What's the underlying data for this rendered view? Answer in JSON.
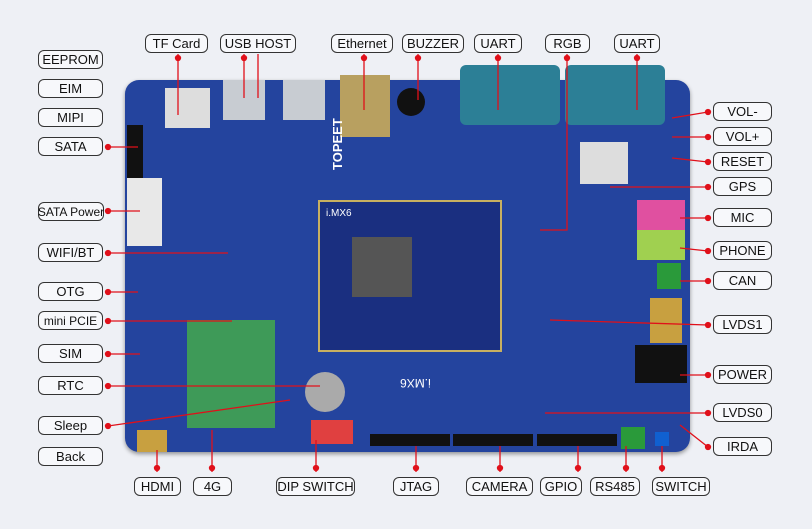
{
  "board": {
    "brand": "TOPEET",
    "soc": "i.MX6",
    "module_soc": "i.MX6"
  },
  "labels": {
    "top": [
      "TF Card",
      "USB HOST",
      "Ethernet",
      "BUZZER",
      "UART",
      "RGB",
      "UART"
    ],
    "left": [
      "EEPROM",
      "EIM",
      "MIPI",
      "SATA",
      "SATA Power",
      "WIFI/BT",
      "OTG",
      "mini PCIE",
      "SIM",
      "RTC",
      "Sleep",
      "Back"
    ],
    "right": [
      "VOL-",
      "VOL+",
      "RESET",
      "GPS",
      "MIC",
      "PHONE",
      "CAN",
      "LVDS1",
      "POWER",
      "LVDS0",
      "IRDA"
    ],
    "bottom": [
      "HDMI",
      "4G",
      "DIP SWITCH",
      "JTAG",
      "CAMERA",
      "GPIO",
      "RS485",
      "SWITCH"
    ]
  },
  "colors": {
    "board": "#24449e",
    "leader": "#e0101a"
  }
}
